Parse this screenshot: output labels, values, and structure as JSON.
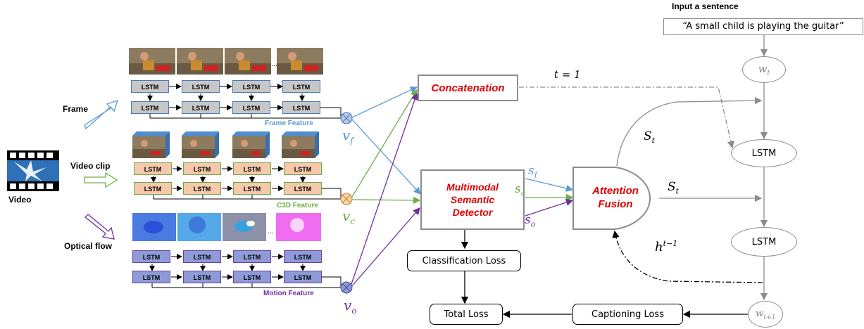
{
  "header": {
    "input_title": "Input a sentence",
    "sentence": "“A small child is playing the guitar”"
  },
  "left": {
    "video_label": "Video",
    "frame_label": "Frame",
    "clip_label": "Video clip",
    "flow_label": "Optical flow"
  },
  "lstm_label": "LSTM",
  "features": {
    "frame": "Frame Feature",
    "c3d": "C3D Feature",
    "motion": "Motion Feature"
  },
  "vars": {
    "vf": "v",
    "vf_sub": "f",
    "vc": "v",
    "vc_sub": "c",
    "vo": "v",
    "vo_sub": "o",
    "sf": "s",
    "sf_sub": "f",
    "sc": "s",
    "sc_sub": "c",
    "so": "s",
    "so_sub": "o",
    "st_top": "S",
    "st_top_sub": "t",
    "st_mid": "S",
    "st_mid_sub": "t",
    "t1": "t = 1",
    "h_prev": "h",
    "h_prev_sup": "t−1",
    "wt": "w",
    "wt_sub": "t",
    "wt1": "w",
    "wt1_sub": "t+1"
  },
  "boxes": {
    "concat": "Concatenation",
    "msd": "Multimodal Semantic Detector",
    "attn_line1": "Attention",
    "attn_line2": "Fusion",
    "cls_loss": "Classification Loss",
    "total_loss": "Total Loss",
    "cap_loss": "Captioning Loss",
    "lstm_top": "LSTM",
    "lstm_bottom": "LSTM"
  },
  "colors": {
    "frame": "#5b9bd5",
    "c3d": "#70ad47",
    "motion": "#7030a0",
    "red_text": "#e00000",
    "gray": "#8c8c8c"
  }
}
